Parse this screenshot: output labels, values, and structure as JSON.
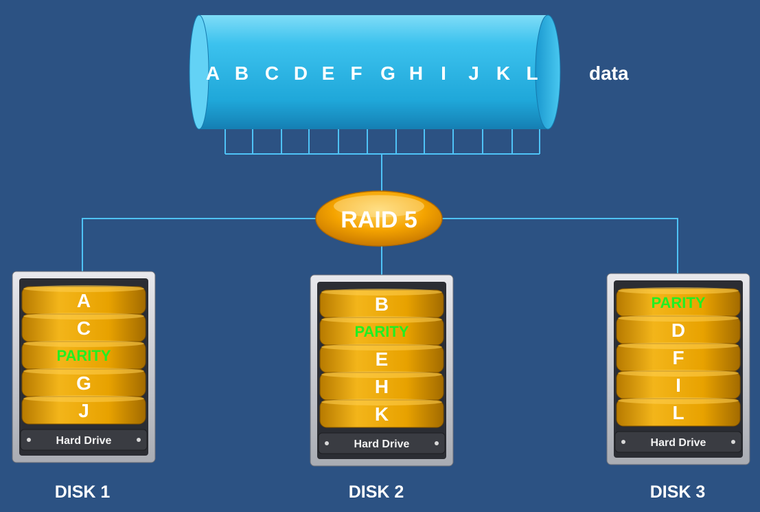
{
  "data_blocks": [
    "A",
    "B",
    "C",
    "D",
    "E",
    "F",
    "G",
    "H",
    "I",
    "J",
    "K",
    "L"
  ],
  "data_label": "data",
  "controller_label": "RAID 5",
  "parity_label": "PARITY",
  "drive_plate_label": "Hard Drive",
  "disks": [
    {
      "name": "DISK 1",
      "blocks": [
        "A",
        "C",
        "PARITY",
        "G",
        "J"
      ]
    },
    {
      "name": "DISK 2",
      "blocks": [
        "B",
        "PARITY",
        "E",
        "H",
        "K"
      ]
    },
    {
      "name": "DISK 3",
      "blocks": [
        "PARITY",
        "D",
        "F",
        "I",
        "L"
      ]
    }
  ],
  "colors": {
    "background": "#2c5283",
    "connector": "#4fc3f7",
    "data_segment": "#2bb8e6",
    "controller": "#f5a400",
    "disk_platter": "#e8a200",
    "parity_text": "#22ee22",
    "block_text": "#ffffff"
  }
}
